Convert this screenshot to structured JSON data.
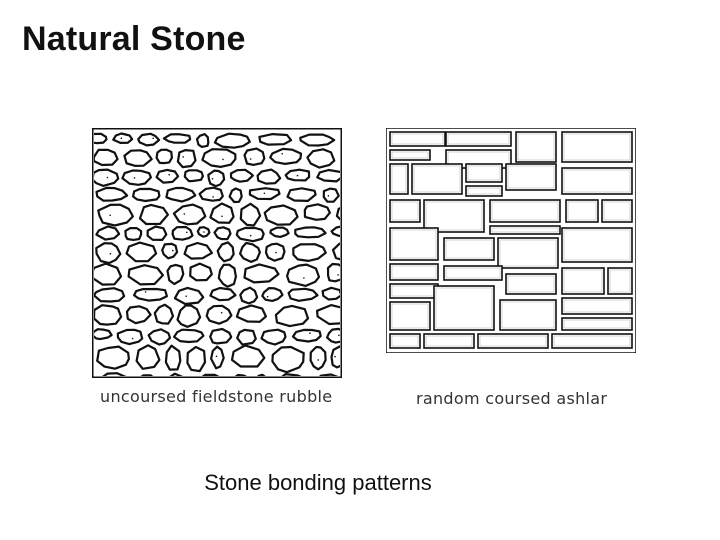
{
  "slide": {
    "title": "Natural Stone",
    "caption": "Stone bonding patterns"
  },
  "figure": {
    "panels": [
      {
        "pattern": "rubble",
        "label": "uncoursed fieldstone rubble"
      },
      {
        "pattern": "ashlar",
        "label": "random coursed ashlar"
      }
    ]
  },
  "colors": {
    "ink": "#111111",
    "background": "#ffffff"
  }
}
